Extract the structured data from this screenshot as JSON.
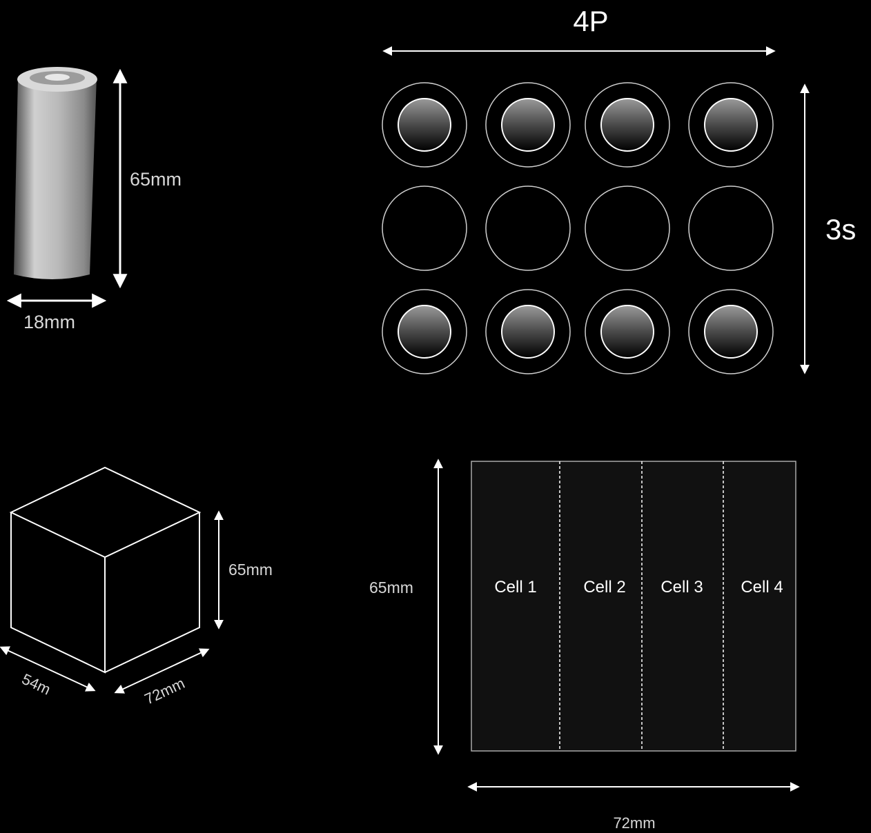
{
  "cell": {
    "height_label": "65mm",
    "diameter_label": "18mm"
  },
  "array": {
    "parallel_label": "4P",
    "series_label": "3s",
    "columns": 4,
    "rows": 3,
    "row_states": [
      "filled",
      "empty",
      "filled"
    ]
  },
  "block": {
    "height_label": "65mm",
    "depth_label": "54m",
    "width_label": "72mm"
  },
  "layout_view": {
    "height_label": "65mm",
    "width_label": "72mm",
    "cells": [
      "Cell 1",
      "Cell 2",
      "Cell 3",
      "Cell 4"
    ]
  },
  "colors": {
    "background": "#000000",
    "stroke": "#ffffff",
    "panel": "#111111"
  }
}
